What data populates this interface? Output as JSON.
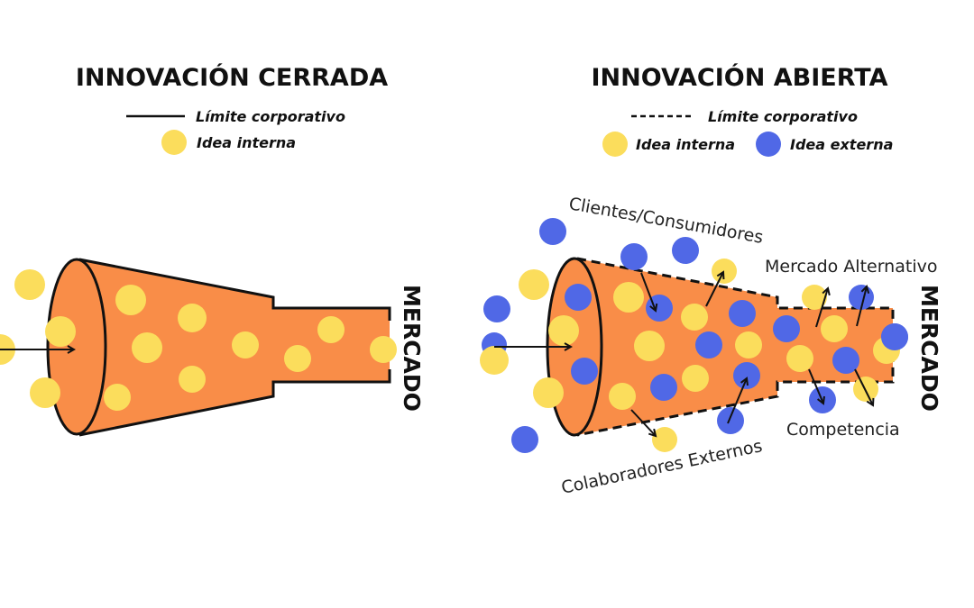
{
  "colors": {
    "orange": "#F98D48",
    "yellow": "#FBDD5C",
    "blue": "#5068E6",
    "stroke": "#111111"
  },
  "closed": {
    "title": "INNOVACIÓN CERRADA",
    "legend_boundary": "Límite corporativo",
    "legend_internal": "Idea interna",
    "market": "MERCADO"
  },
  "open": {
    "title": "INNOVACIÓN ABIERTA",
    "legend_boundary": "Límite corporativo",
    "legend_internal": "Idea interna",
    "legend_external": "Idea externa",
    "market": "MERCADO",
    "label_customers": "Clientes/Consumidores",
    "label_alt_market": "Mercado Alternativo",
    "label_competition": "Competencia",
    "label_collaborators": "Colaboradores Externos"
  }
}
